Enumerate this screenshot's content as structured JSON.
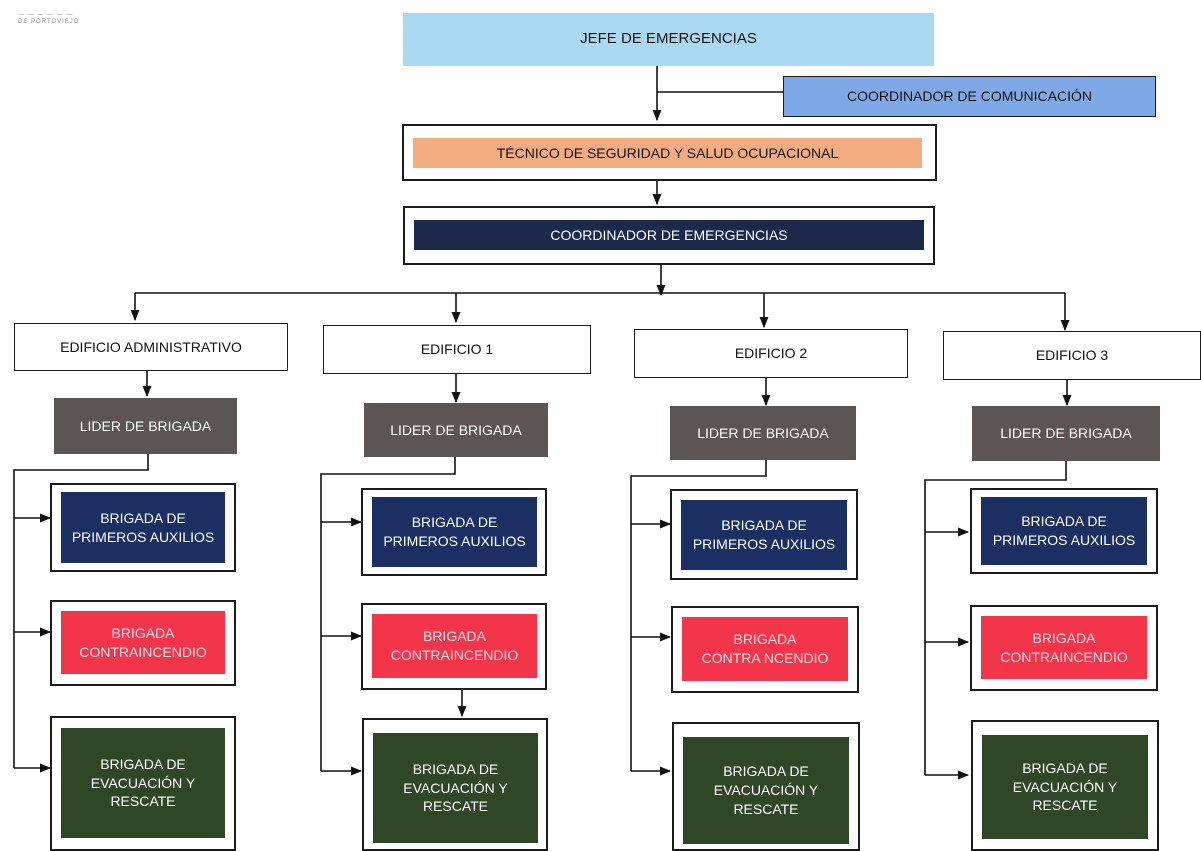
{
  "header_mark": {
    "line1": "— — — — — —",
    "line2": "DE PORTOVIEJO"
  },
  "top": {
    "jefe": "JEFE DE EMERGENCIAS",
    "comunicacion": "COORDINADOR DE COMUNICACIÓN",
    "tecnico": "TÉCNICO DE SEGURIDAD Y SALUD OCUPACIONAL",
    "coordinador": "COORDINADOR DE EMERGENCIAS"
  },
  "buildings": [
    {
      "name": "EDIFICIO ADMINISTRATIVO",
      "leader": "LIDER DE BRIGADA",
      "first_aid": "BRIGADA DE\nPRIMEROS AUXILIOS",
      "fire": "BRIGADA\nCONTRAINCENDIO",
      "evac": "BRIGADA DE\nEVACUACIÓN Y\nRESCATE"
    },
    {
      "name": "EDIFICIO 1",
      "leader": "LIDER DE BRIGADA",
      "first_aid": "BRIGADA DE\nPRIMEROS AUXILIOS",
      "fire": "BRIGADA\nCONTRAINCENDIO",
      "evac": "BRIGADA DE\nEVACUACIÓN Y\nRESCATE"
    },
    {
      "name": "EDIFICIO 2",
      "leader": "LIDER DE BRIGADA",
      "first_aid": "BRIGADA DE\nPRIMEROS AUXILIOS",
      "fire": "BRIGADA\nCONTRA NCENDIO",
      "evac": "BRIGADA DE\nEVACUACIÓN Y\nRESCATE"
    },
    {
      "name": "EDIFICIO 3",
      "leader": "LIDER DE BRIGADA",
      "first_aid": "BRIGADA DE\nPRIMEROS AUXILIOS",
      "fire": "BRIGADA\nCONTRAINCENDIO",
      "evac": "BRIGADA DE\nEVACUACIÓN Y\nRESCATE"
    }
  ],
  "colors": {
    "jefe": "#a9daf2",
    "comunicacion": "#7fa9e6",
    "tecnico": "#f3ac7f",
    "coordinador": "#1b2a4a",
    "lider": "#5d5555",
    "first_aid": "#1b2f63",
    "fire": "#f2354a",
    "evac": "#2f4727"
  }
}
